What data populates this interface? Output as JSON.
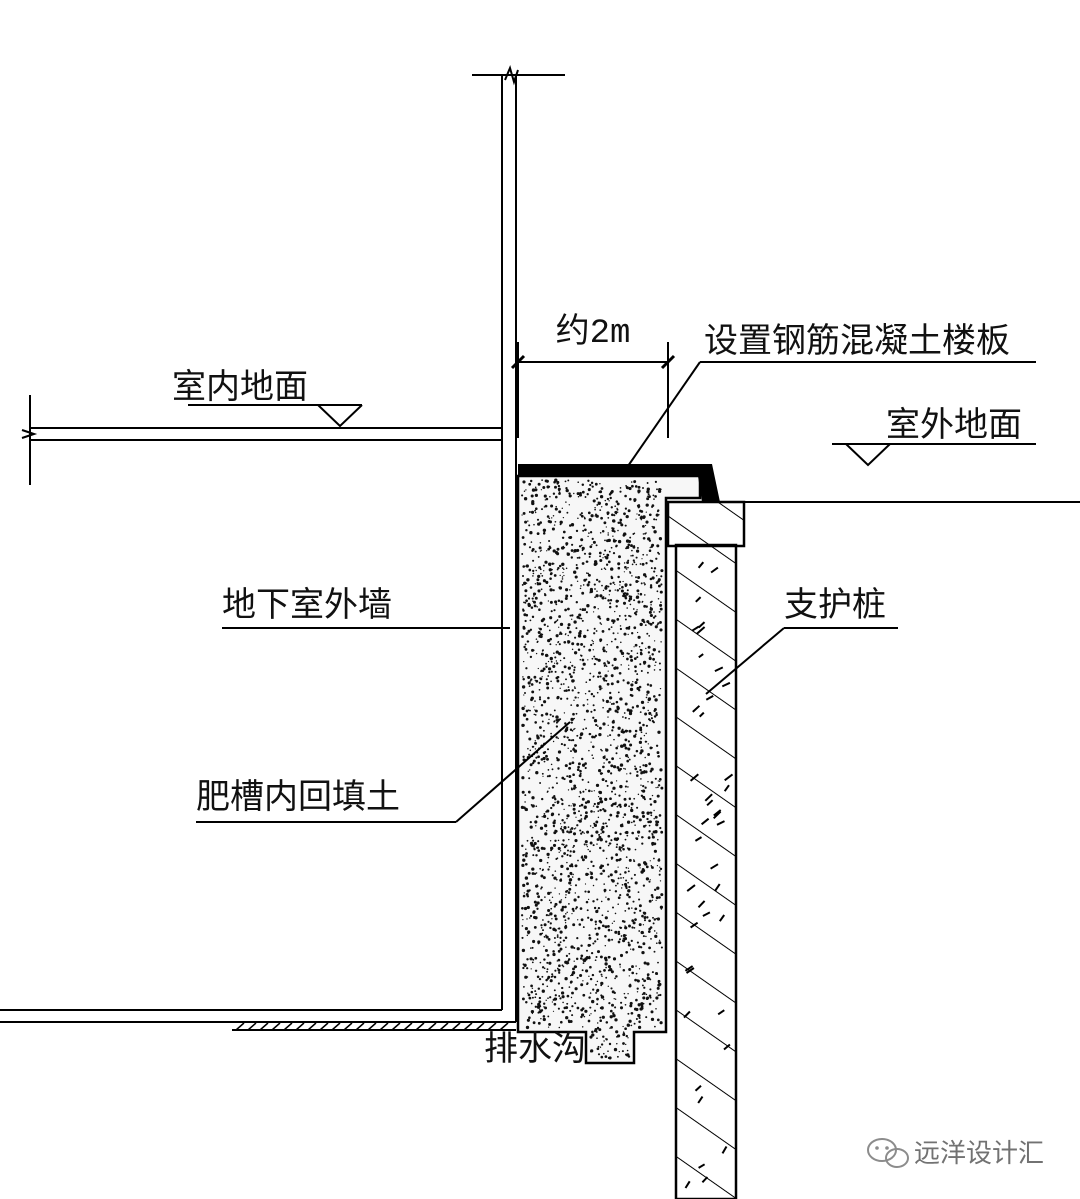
{
  "labels": {
    "indoor_floor": "室内地面",
    "outdoor_ground": "室外地面",
    "rc_slab": "设置钢筋混凝土楼板",
    "dimension": "约2m",
    "basement_wall": "地下室外墙",
    "retaining_pile": "支护桩",
    "backfill": "肥槽内回填土",
    "drain": "排水沟"
  },
  "watermark": {
    "text": "远洋设计汇",
    "icon": "wechat-icon"
  }
}
